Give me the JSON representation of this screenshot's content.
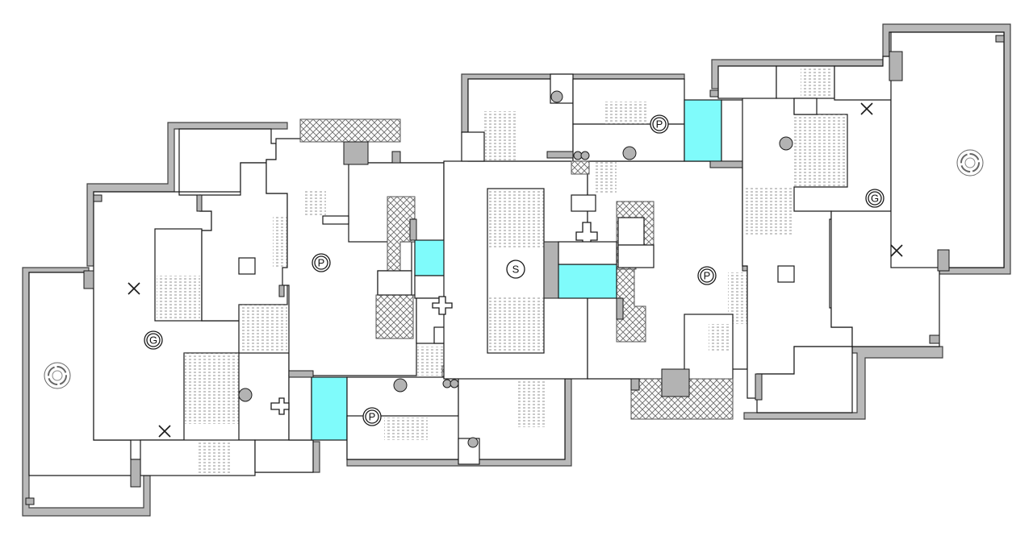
{
  "symbols": {
    "parking": "P",
    "garage": "G",
    "stair_core": "S"
  },
  "colors": {
    "glazing": "#7ffbfb",
    "wall": "#b9b9b9",
    "line": "#1a1a1a"
  }
}
